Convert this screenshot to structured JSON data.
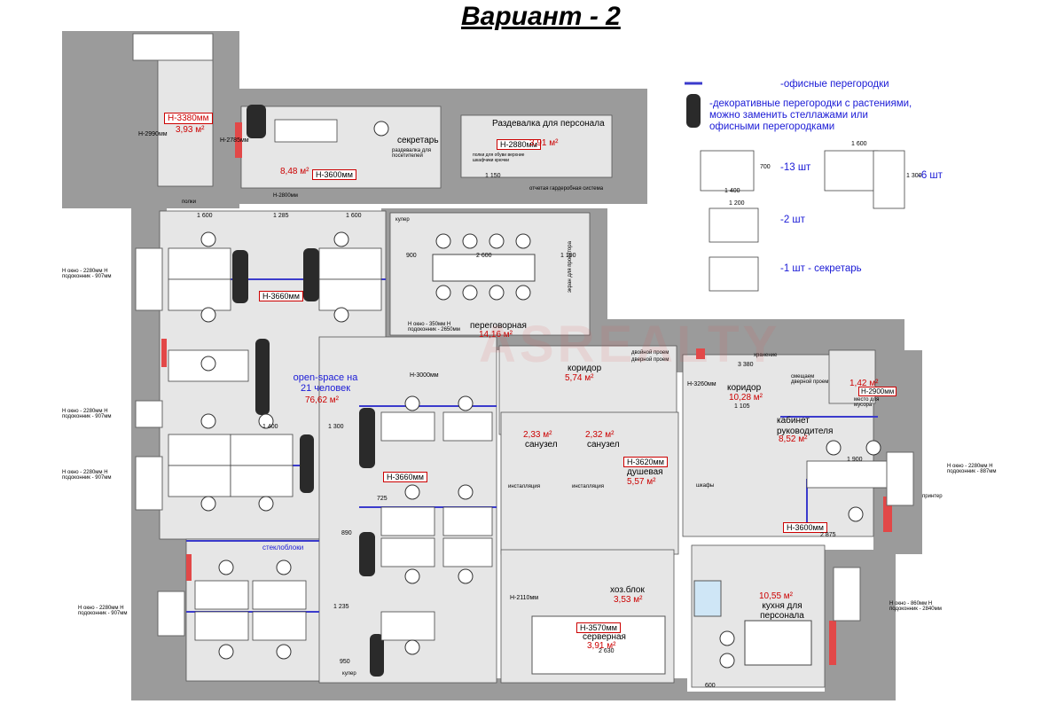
{
  "title": "Вариант - 2",
  "legend": {
    "partition": "-офисные перегородки",
    "decorative": "-декоративные перегородки с растениями, можно заменить стеллажами или офисными перегородками",
    "desk_single_count": "-13 шт",
    "desk_corner_count": "-6 шт",
    "desk_small_count": "-2 шт",
    "desk_secretary": "-1 шт - секретарь",
    "dims": {
      "d1600": "1 600",
      "d1400": "1 400",
      "d1200": "1 200",
      "d700": "700",
      "d1300": "1 300"
    }
  },
  "rooms": {
    "tambour_height": "Н-3380мм",
    "tambour_area": "3,93 м²",
    "tambour_h2": "Н-2990мм",
    "reception_height": "Н-2785мм",
    "reception_area": "8,48 м²",
    "reception_h2": "Н-3600мм",
    "secretary": "секретарь",
    "wardrobe_title": "Раздевалка для персонала",
    "wardrobe_height": "Н-2880мм",
    "wardrobe_area": "3,91 м²",
    "visitors_wardrobe": "раздевалка для посетителей",
    "shoe_shelves": "полки для обуви верхние шкафчики крючки",
    "wardrobe_system": "отчетая гардеробная система",
    "h2800": "Н-2800мм",
    "openspace_name": "open-space на 21 человек",
    "openspace_area": "76,62 м²",
    "openspace_h": "Н-3660мм",
    "openspace_h2": "Н-3660мм",
    "openspace_h3": "Н-3000мм",
    "meeting_name": "переговорная",
    "meeting_area": "14,16 м²",
    "meeting_window": "Н окно - 350мм Н подоконник - 2650мм",
    "screen": "экран для проектора",
    "cooler": "кулер",
    "cooler2": "кулер",
    "corridor1_name": "коридор",
    "corridor1_area": "5,74 м²",
    "doorway": "дверной проем",
    "doorway2": "двойной проем",
    "corridor2_name": "коридор",
    "corridor2_area": "10,28 м²",
    "corridor2_h": "Н-3260мм",
    "wc1_name": "санузел",
    "wc1_area": "2,33 м²",
    "wc2_name": "санузел",
    "wc2_area": "2,32 м²",
    "shower_h": "Н-3620мм",
    "shower_name": "душевая",
    "shower_area": "5,57 м²",
    "install1": "инсталляция",
    "install2": "инсталляция",
    "storage_name": "хоз.блок",
    "storage_area": "3,53 м²",
    "storage_h": "Н-2110мм",
    "server_h": "Н-3570мм",
    "server_name": "серверная",
    "server_area": "3,91 м²",
    "office_name": "кабинет руководителя",
    "office_area": "8,52 м²",
    "office_h": "Н-3600мм",
    "printer": "принтер",
    "kitchen_name": "кухня для персонала",
    "kitchen_area": "10,55 м²",
    "lobby_area": "1,42 м²",
    "lobby_h": "Н-2900мм",
    "trash": "место для мусора",
    "storage_small": "хранение",
    "shift_door": "смещаем дверной проем",
    "glassblocks": "стеклоблоки",
    "racks": "шкафы",
    "shelves": "полки",
    "window1": "Н окно - 2280мм Н подоконник - 907мм",
    "window2": "Н окно - 2280мм Н подоконник - 907мм",
    "window3": "Н окно - 2280мм Н подоконник - 907мм",
    "window4": "Н окно - 2280мм Н подоконник - 907мм",
    "window5": "Н окно - 2280мм Н подоконник - 887мм",
    "window6": "Н окно - 860мм Н подоконник - 2840мм",
    "watermark": "ASREALTY"
  },
  "dims": {
    "d1600a": "1 600",
    "d1285": "1 285",
    "d1600b": "1 600",
    "d2600": "2 600",
    "d900": "900",
    "d1190": "1 190",
    "d1400a": "1 400",
    "d1300": "1 300",
    "d3380": "3 380",
    "d1150": "1 150",
    "d1235": "1 235",
    "d2630": "2 630",
    "d2875": "2 875",
    "d1900": "1 900",
    "d1105": "1 105",
    "d725": "725",
    "d890": "890",
    "d600": "600",
    "d950": "950"
  }
}
